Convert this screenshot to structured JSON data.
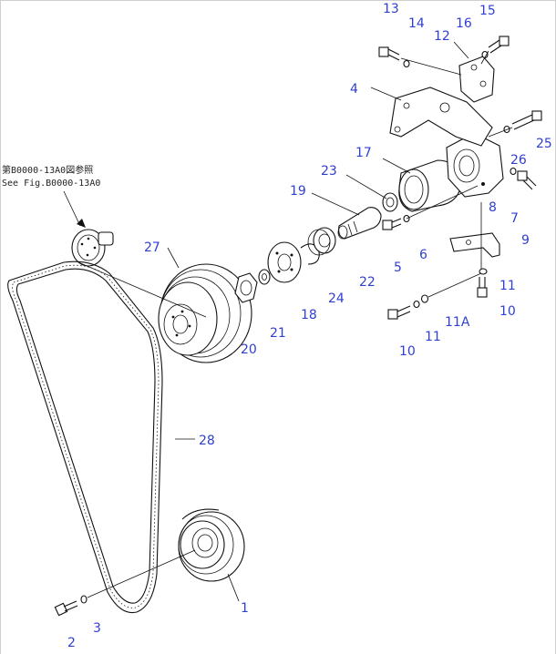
{
  "diagram": {
    "reference_note": {
      "line1": "第B0000-13A0図参照",
      "line2": "See Fig.B0000-13A0"
    },
    "callouts": [
      {
        "id": "c1",
        "text": "1"
      },
      {
        "id": "c2",
        "text": "2"
      },
      {
        "id": "c3",
        "text": "3"
      },
      {
        "id": "c4",
        "text": "4"
      },
      {
        "id": "c5",
        "text": "5"
      },
      {
        "id": "c6",
        "text": "6"
      },
      {
        "id": "c7",
        "text": "7"
      },
      {
        "id": "c8",
        "text": "8"
      },
      {
        "id": "c9",
        "text": "9"
      },
      {
        "id": "c10a",
        "text": "10"
      },
      {
        "id": "c10b",
        "text": "10"
      },
      {
        "id": "c11a",
        "text": "11"
      },
      {
        "id": "c11b",
        "text": "11"
      },
      {
        "id": "c11A",
        "text": "11A"
      },
      {
        "id": "c12",
        "text": "12"
      },
      {
        "id": "c13",
        "text": "13"
      },
      {
        "id": "c14",
        "text": "14"
      },
      {
        "id": "c15",
        "text": "15"
      },
      {
        "id": "c16",
        "text": "16"
      },
      {
        "id": "c17",
        "text": "17"
      },
      {
        "id": "c18",
        "text": "18"
      },
      {
        "id": "c19",
        "text": "19"
      },
      {
        "id": "c20",
        "text": "20"
      },
      {
        "id": "c21",
        "text": "21"
      },
      {
        "id": "c22",
        "text": "22"
      },
      {
        "id": "c23",
        "text": "23"
      },
      {
        "id": "c24",
        "text": "24"
      },
      {
        "id": "c25",
        "text": "25"
      },
      {
        "id": "c26",
        "text": "26"
      },
      {
        "id": "c27",
        "text": "27"
      },
      {
        "id": "c28",
        "text": "28"
      }
    ],
    "colors": {
      "callout": "#2f3fd0",
      "line": "#111111"
    }
  }
}
